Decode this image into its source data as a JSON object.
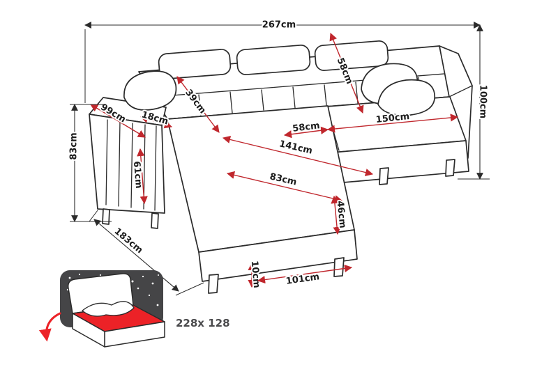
{
  "diagram": {
    "type": "corner-sofa-dimension-diagram",
    "unit": "cm",
    "labels": {
      "overall_width": "267cm",
      "overall_height": "100cm",
      "side_height": "83cm",
      "chaise_outer_length": "183cm",
      "backrest_depth": "39cm",
      "backrest_height": "58cm",
      "seat_segment": "58cm",
      "seat_width": "150cm",
      "chaise_length": "141cm",
      "chaise_width": "83cm",
      "base_front_height": "46cm",
      "armrest_height": "61cm",
      "armrest_width": "18cm",
      "armrest_depth": "99cm",
      "leg_height": "10cm",
      "front_bottom_width": "101cm",
      "sleeping_area": "228x 128"
    },
    "colors": {
      "outline": "#2b2b2b",
      "dimension_red": "#c0272d",
      "bed_red": "#ec2227",
      "night_dark": "#454547"
    }
  }
}
